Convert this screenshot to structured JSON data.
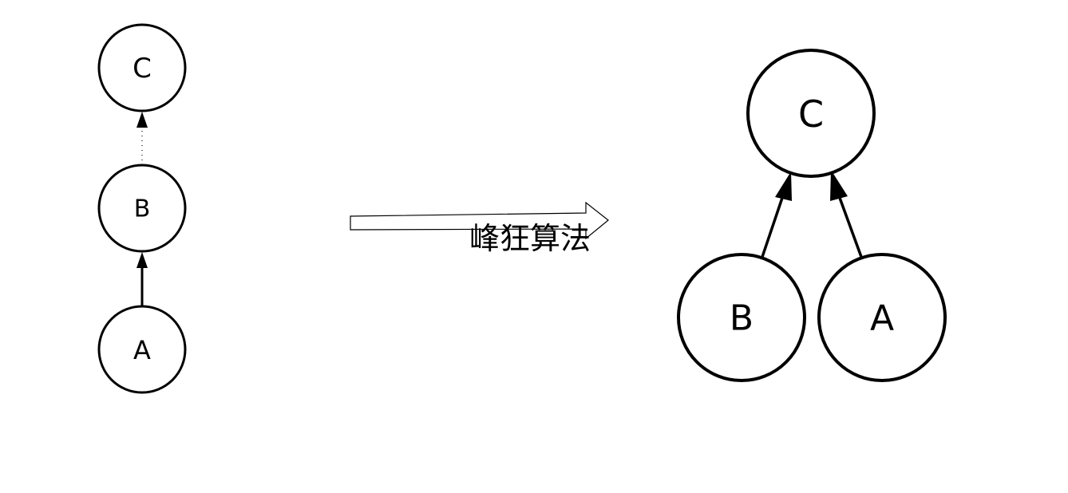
{
  "before": {
    "nodes": {
      "c": "C",
      "b": "B",
      "a": "A"
    },
    "edges": [
      {
        "from": "b",
        "to": "c",
        "style": "dotted"
      },
      {
        "from": "a",
        "to": "b",
        "style": "solid"
      }
    ]
  },
  "transform": {
    "label": "峰狂算法"
  },
  "after": {
    "nodes": {
      "c": "C",
      "b": "B",
      "a": "A"
    },
    "edges": [
      {
        "from": "b",
        "to": "c",
        "style": "solid"
      },
      {
        "from": "a",
        "to": "c",
        "style": "solid"
      }
    ]
  },
  "colors": {
    "stroke": "#000000",
    "background": "#ffffff"
  }
}
